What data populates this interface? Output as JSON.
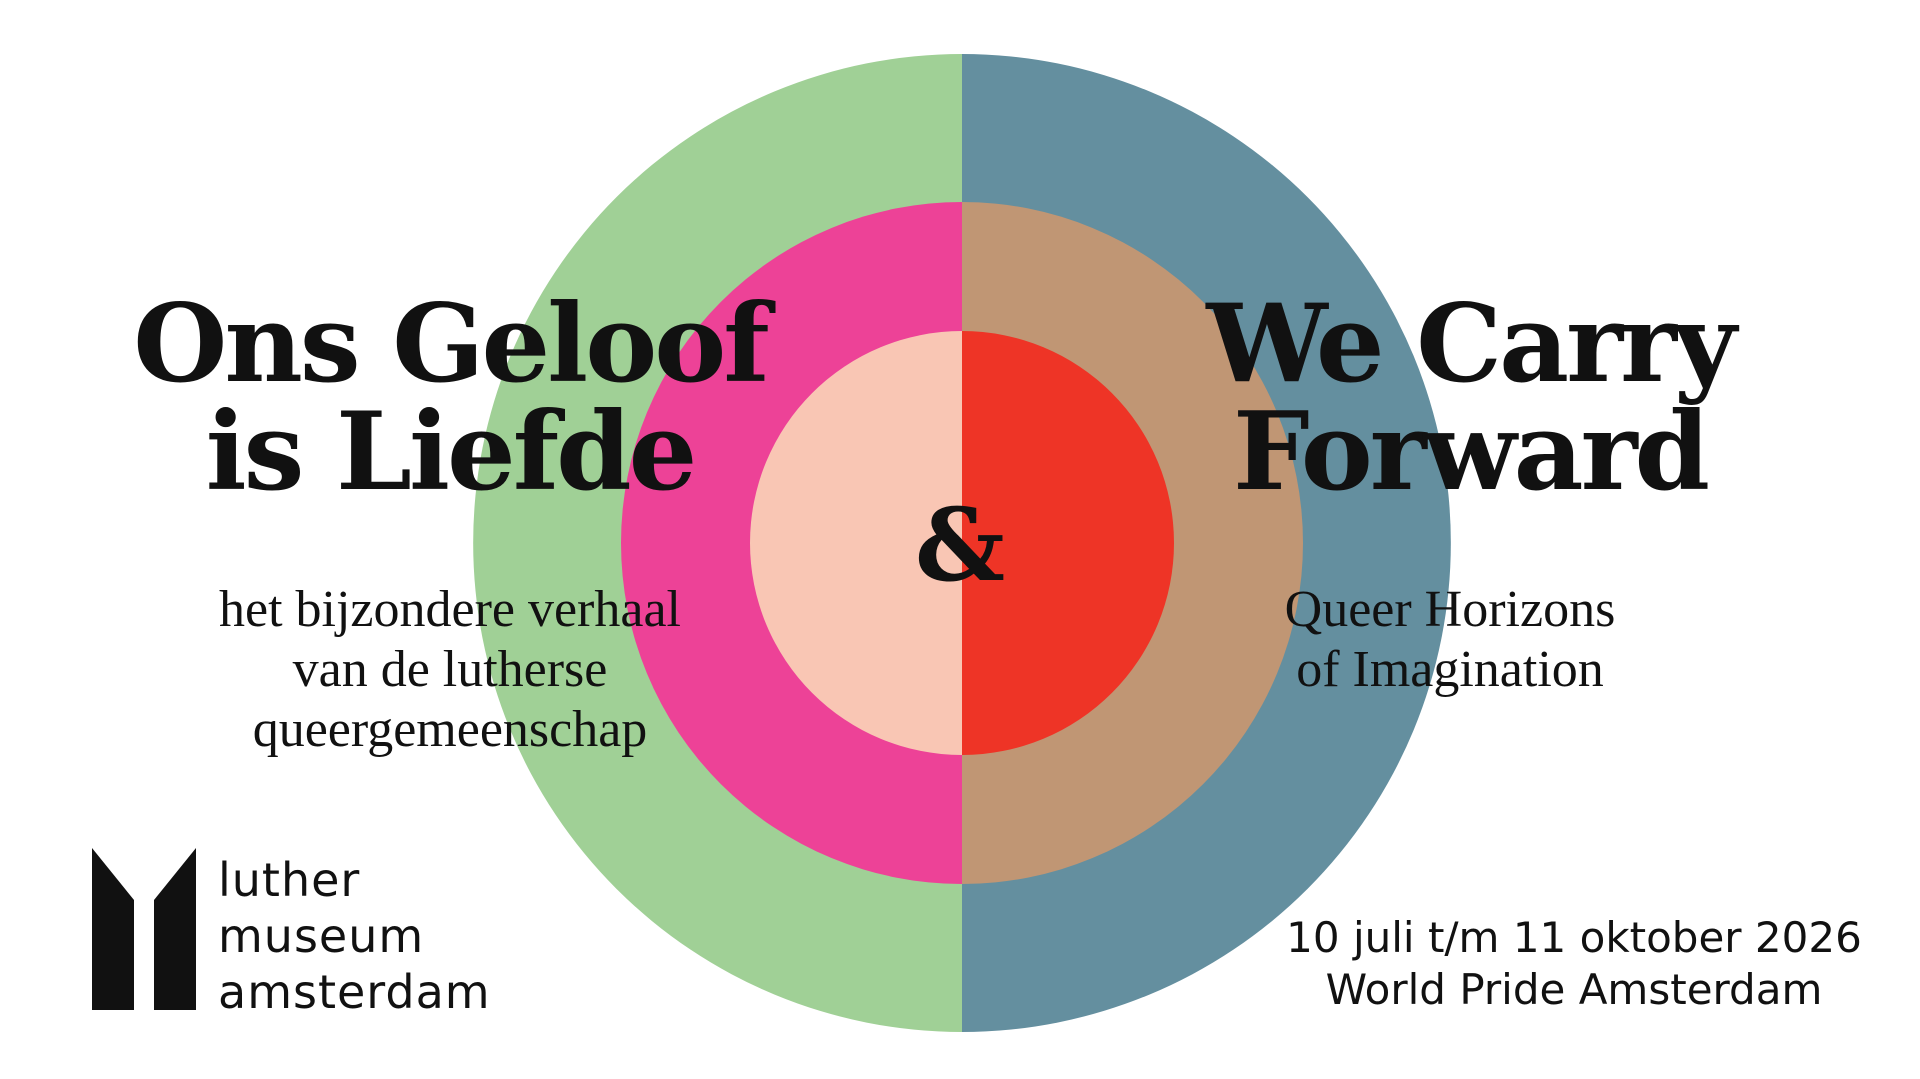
{
  "colors": {
    "outer_left": "#a0d096",
    "outer_right": "#648f9f",
    "middle_left": "#ed4297",
    "middle_right": "#c09674",
    "inner_left": "#f9c6b4",
    "inner_right": "#ee3426",
    "text": "#111111",
    "background": "#ffffff"
  },
  "left": {
    "title_lines": [
      "Ons Geloof",
      "is Liefde"
    ],
    "subtitle_lines": [
      "het bijzondere verhaal",
      "van de lutherse",
      "queergemeenschap"
    ]
  },
  "center": {
    "ampersand": "&"
  },
  "right": {
    "title_lines": [
      "We Carry",
      "Forward"
    ],
    "subtitle_lines": [
      "Queer Horizons",
      "of Imagination"
    ]
  },
  "logo": {
    "icon": "luther-museum-logo-icon",
    "text_lines": [
      "luther",
      "museum",
      "amsterdam"
    ]
  },
  "event": {
    "date_line": "10 juli t/m 11 oktober 2026",
    "occasion_line": "World Pride Amsterdam"
  }
}
